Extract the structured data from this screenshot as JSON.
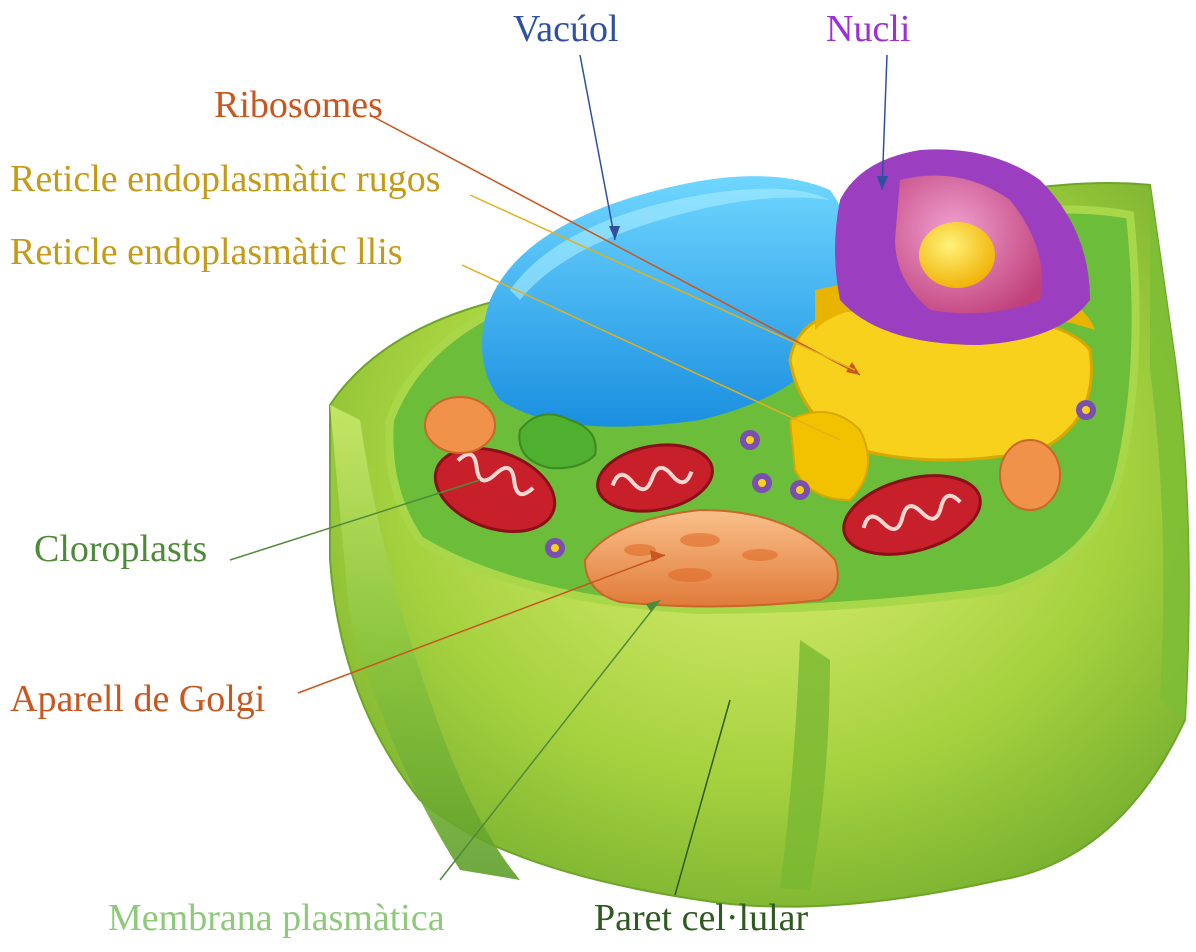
{
  "labels": {
    "vacuol": "Vacúol",
    "nucli": "Nucli",
    "ribosomes": "Ribosomes",
    "reticle_rugos": "Reticle endoplasmàtic rugos",
    "reticle_llis": "Reticle endoplasmàtic llis",
    "cloroplasts": "Cloroplasts",
    "golgi": "Aparell de Golgi",
    "membrana": "Membrana plasmàtica",
    "paret": "Paret cel·lular"
  },
  "colors": {
    "vacuol": "#2f4f9f",
    "nucli": "#9b2fd8",
    "ribosomes": "#c9561e",
    "reticle_rugos": "#c49a16",
    "reticle_llis": "#c49a16",
    "cloroplasts": "#4f8a3a",
    "golgi": "#c9561e",
    "membrana": "#8fc97a",
    "paret": "#2d5a1e"
  }
}
